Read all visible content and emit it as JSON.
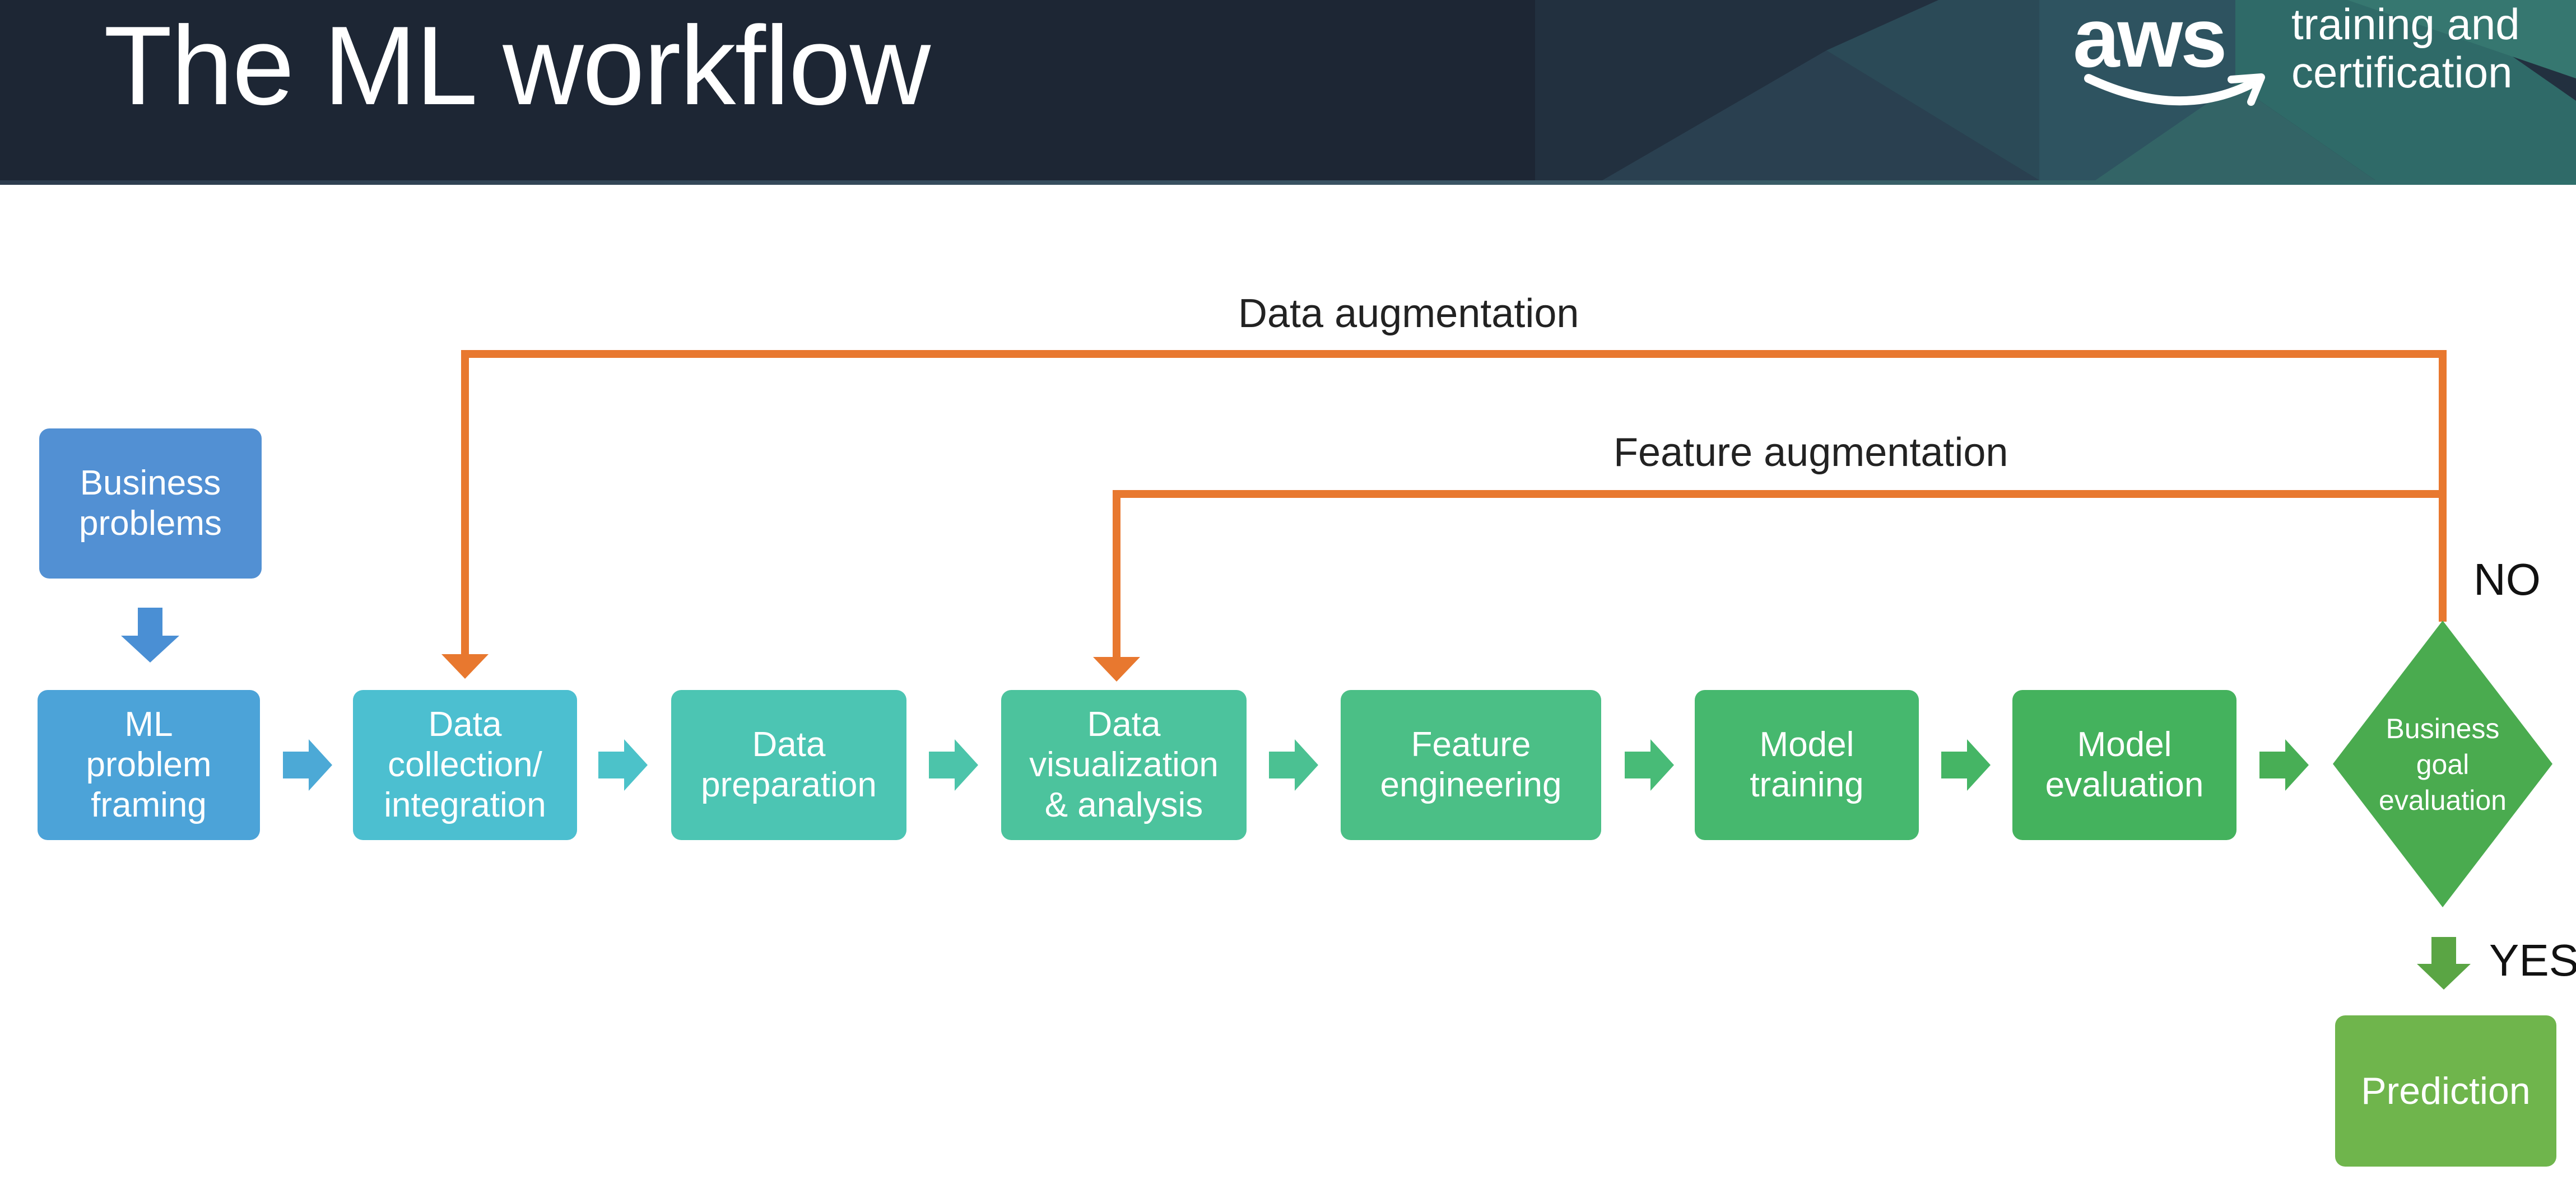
{
  "header": {
    "title": "The ML workflow",
    "logo_mark": "aws",
    "logo_text": "training and\ncertification"
  },
  "colors": {
    "banner": "#1d2634",
    "loop_arrow": "#e8782f",
    "business_problems": "#5290d3",
    "ml_framing": "#4ca3d8",
    "data_collection": "#4cbfd0",
    "data_preparation": "#4cc5b3",
    "data_visualization": "#4cc39d",
    "feature_engineering": "#4bbf86",
    "model_training": "#46b86e",
    "model_evaluation": "#44b25d",
    "business_goal": "#4aab4f",
    "prediction": "#6fb54c"
  },
  "diagram": {
    "start": "Business\nproblems",
    "steps": [
      "ML\nproblem\nframing",
      "Data\ncollection/\nintegration",
      "Data\npreparation",
      "Data\nvisualization\n& analysis",
      "Feature\nengineering",
      "Model\ntraining",
      "Model\nevaluation"
    ],
    "decision": "Business\ngoal\nevaluation",
    "no_label": "NO",
    "yes_label": "YES",
    "result": "Prediction",
    "loops": {
      "data_augmentation": "Data augmentation",
      "feature_augmentation": "Feature augmentation"
    }
  }
}
